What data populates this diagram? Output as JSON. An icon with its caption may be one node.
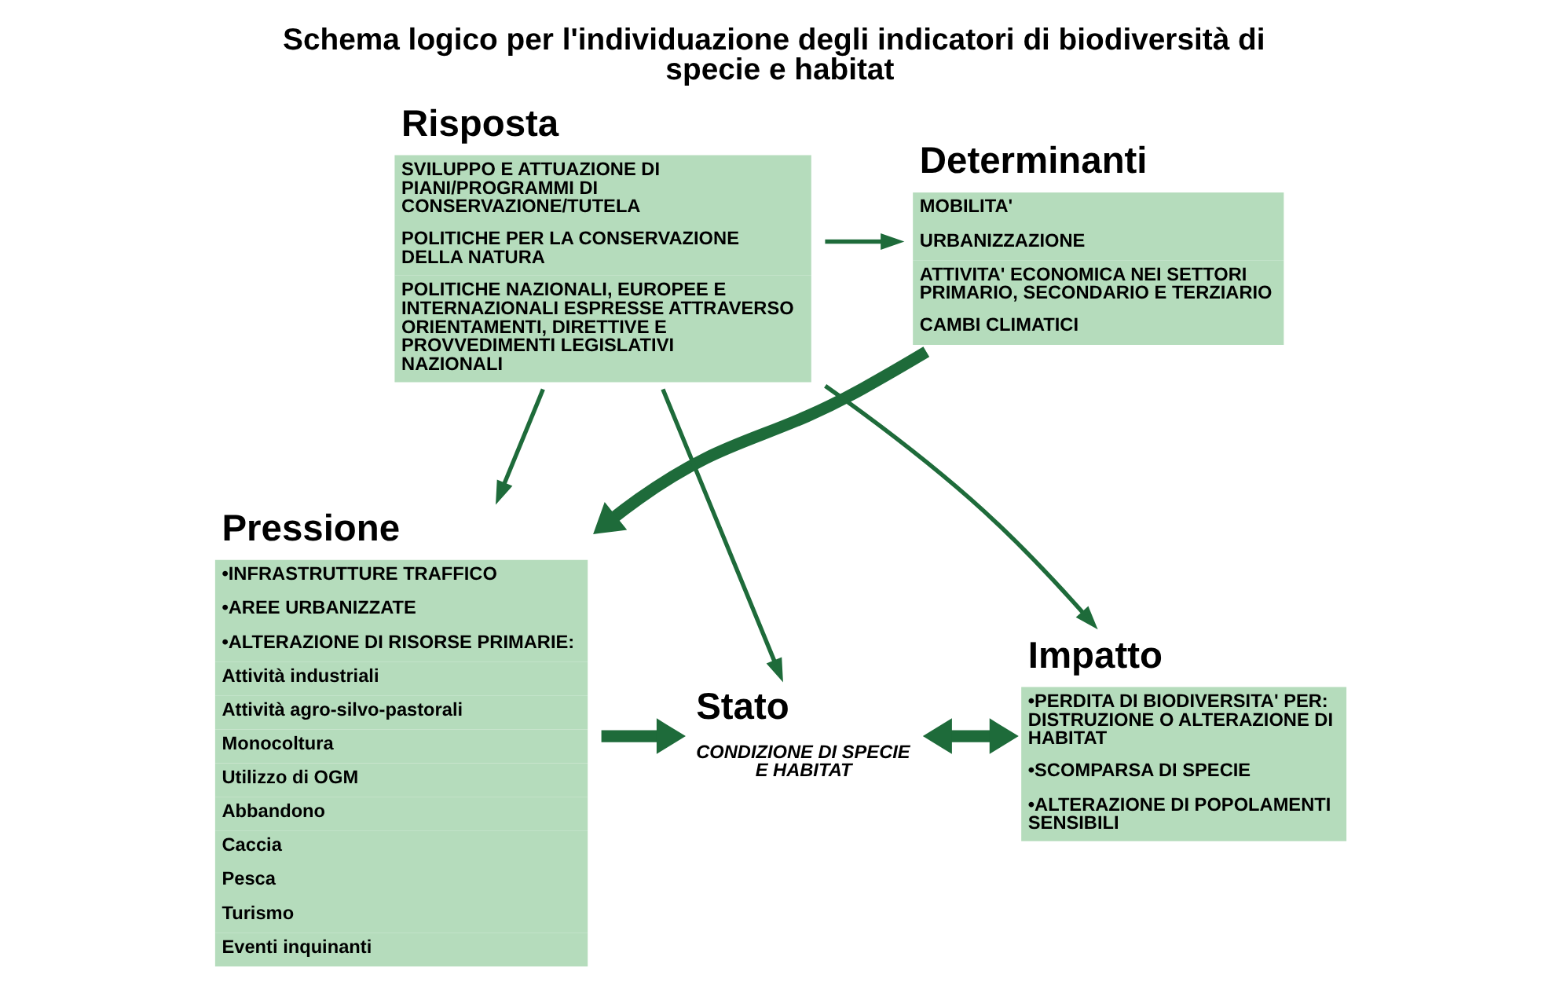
{
  "diagram": {
    "title": "Schema logico per l'individuazione degli indicatori di biodiversità di specie e habitat",
    "nodes": [
      {
        "text": [
          "Determinanti",
          "MOBILITA'",
          "URBANIZZAZIONE",
          "ATTIVITA' ECONOMICA NEI SETTORI PRIMARIO, SECONDARIO E TERZIARIO",
          "CAMBI CLIMATICI"
        ]
      },
      {
        "text": [
          "Risposta",
          "SVILUPPO E ATTUAZIONE DI PIANI/PROGRAMMI DI CONSERVAZIONE/TUTELA",
          "POLITICHE PER LA CONSERVAZIONE DELLA NATURA",
          "POLITICHE NAZIONALI, EUROPEE E INTERNAZIONALI ESPRESSE ATTRAVERSO ORIENTAMENTI, DIRETTIVE E PROVVEDIMENTI LEGISLATIVI NAZIONALI"
        ]
      },
      {
        "text": [
          "Pressione",
          "•INFRASTRUTTURE TRAFFICO",
          "•AREE URBANIZZATE",
          "•ALTERAZIONE DI RISORSE PRIMARIE:",
          "Attività industriali",
          "Attività agro-silvo-pastorali",
          "Monocoltura",
          "Utilizzo di OGM",
          "Abbandono",
          "Caccia",
          "Pesca",
          "Turismo",
          "Eventi inquinanti"
        ]
      },
      {
        "text": [
          "Stato",
          "CONDIZIONE DI SPECIE E HABITAT"
        ]
      },
      {
        "text": [
          "Impatto",
          "•PERDITA DI BIODIVERSITA' PER: DISTRUZIONE O ALTERAZIONE DI HABITAT",
          "•SCOMPARSA DI SPECIE",
          "•ALTERAZIONE DI POPOLAMENTI SENSIBILI"
        ]
      }
    ],
    "edges": [
      {
        "from": 1,
        "to": 0,
        "arrow": "to"
      },
      {
        "from": 1,
        "to": 2,
        "arrow": "to"
      },
      {
        "from": 1,
        "to": 3,
        "arrow": "to"
      },
      {
        "from": 1,
        "to": 4,
        "arrow": "to"
      },
      {
        "from": 0,
        "to": 2,
        "arrow": "to",
        "style": "thick"
      },
      {
        "from": 2,
        "to": 3,
        "arrow": "to",
        "style": "thick"
      },
      {
        "from": 3,
        "to": 4,
        "arrow": "both",
        "style": "thick"
      }
    ]
  }
}
